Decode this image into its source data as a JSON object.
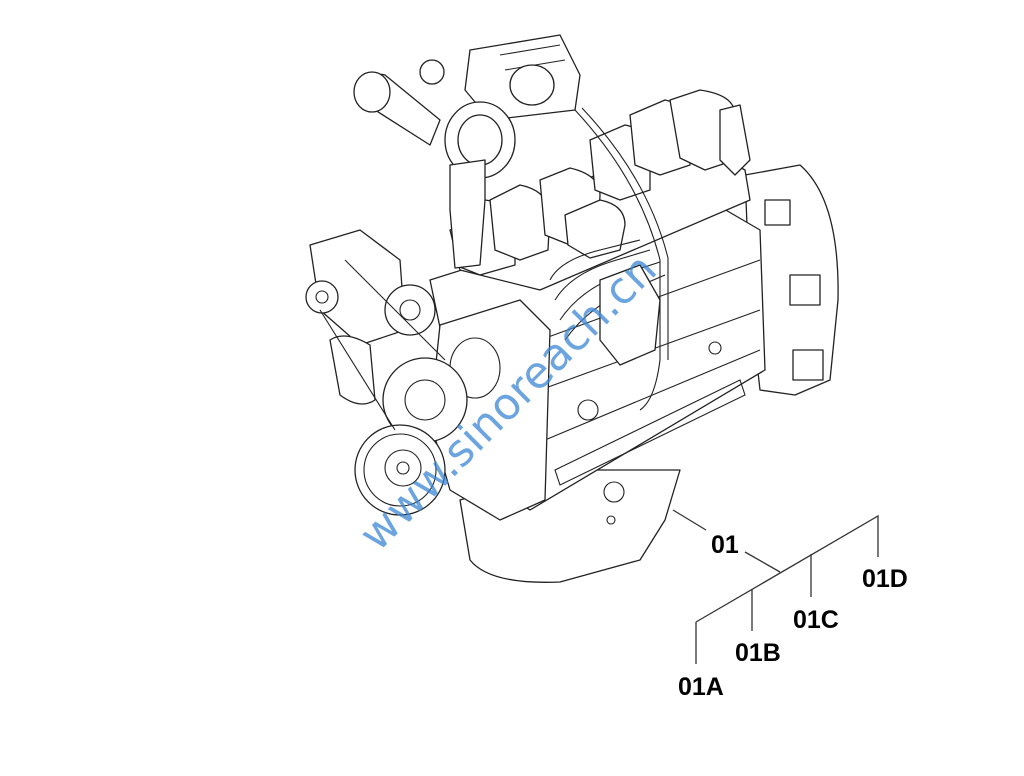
{
  "diagram": {
    "subject": "engine-assembly",
    "callouts": {
      "main": "01",
      "variants": [
        "01A",
        "01B",
        "01C",
        "01D"
      ]
    },
    "watermark": "www.sinoreach.cn",
    "colors": {
      "line": "#222222",
      "watermark": "#3a86d4"
    }
  }
}
